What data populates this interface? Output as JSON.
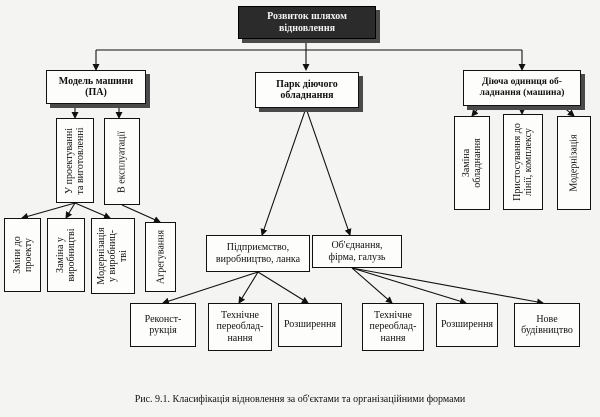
{
  "root": {
    "label": "Розвиток шляхом\nвідновлення"
  },
  "categories": [
    {
      "label": "Модель машини\n(ПА)"
    },
    {
      "label": "Парк діючого\nобладнання"
    },
    {
      "label": "Діюча одиниця об-\nладнання (машина)"
    }
  ],
  "model_branches": [
    {
      "label": "У проектуванні\nта виготовленні"
    },
    {
      "label": "В експлуатації"
    }
  ],
  "model_leaves": [
    {
      "label": "Зміни до\nпроекту"
    },
    {
      "label": "Заміна у\nвиробництві"
    },
    {
      "label": "Модернізація\nу виробниц-\nтві"
    },
    {
      "label": "Агрегування"
    }
  ],
  "unit_leaves": [
    {
      "label": "Заміна\nобладнання"
    },
    {
      "label": "Пристосування до\nлінії, комплексу"
    },
    {
      "label": "Модернізація"
    }
  ],
  "park_levels": [
    {
      "label": "Підприємство,\nвиробництво, ланка"
    },
    {
      "label": "Об'єднання,\nфірма, галузь"
    }
  ],
  "enterprise_leaves": [
    {
      "label": "Реконст-\nрукція"
    },
    {
      "label": "Технічне\nпереоблад-\nнання"
    },
    {
      "label": "Розширення"
    }
  ],
  "association_leaves": [
    {
      "label": "Технічне\nпереоблад-\nнання"
    },
    {
      "label": "Розширення"
    },
    {
      "label": "Нове\nбудівництво"
    }
  ],
  "caption": "Рис. 9.1. Класифікація відновлення за об'єктами та організаційними формами"
}
